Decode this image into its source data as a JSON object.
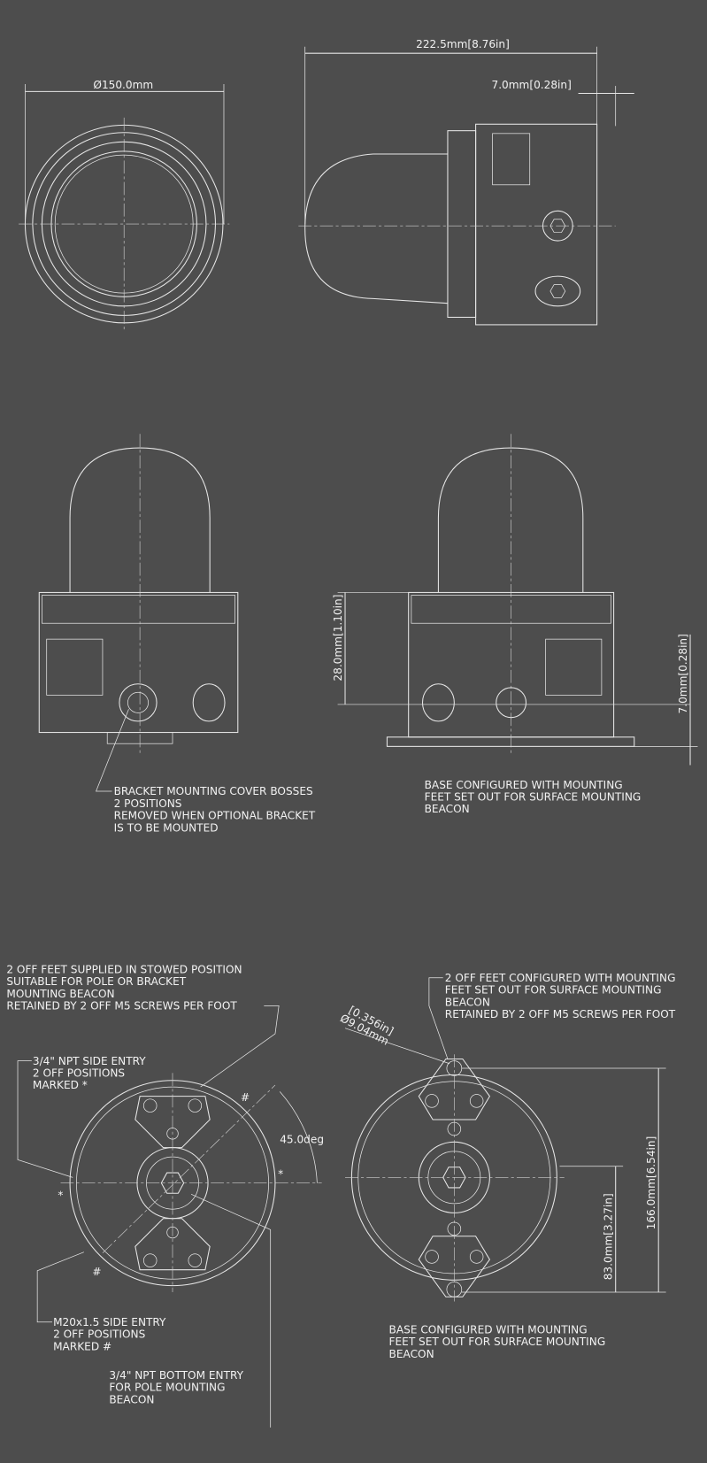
{
  "top_view": {
    "diameter_dim": "Ø150.0mm"
  },
  "side_view": {
    "length_dim": "222.5mm[8.76in]",
    "offset_dim": "7.0mm[0.28in]"
  },
  "front_view": {
    "note_lines": [
      "BRACKET MOUNTING COVER BOSSES",
      "2 POSITIONS",
      "REMOVED WHEN OPTIONAL BRACKET",
      "IS TO BE MOUNTED"
    ]
  },
  "rear_view": {
    "height_dim": "28.0mm[1.10in]",
    "feet_dim": "7.0mm[0.28in]",
    "note_lines": [
      "BASE CONFIGURED WITH MOUNTING",
      "FEET SET OUT FOR SURFACE MOUNTING",
      "BEACON"
    ]
  },
  "bottom_left": {
    "feet_note": [
      "2 OFF FEET SUPPLIED IN STOWED POSITION",
      "SUITABLE FOR POLE OR BRACKET",
      "MOUNTING BEACON",
      "RETAINED BY 2 OFF M5 SCREWS PER FOOT"
    ],
    "npt_side_note": [
      "3/4\" NPT SIDE ENTRY",
      "2 OFF POSITIONS",
      "MARKED *"
    ],
    "m20_note": [
      "M20x1.5 SIDE ENTRY",
      "2 OFF POSITIONS",
      "MARKED #"
    ],
    "npt_bottom_note": [
      "3/4\" NPT BOTTOM ENTRY",
      "FOR POLE MOUNTING",
      "BEACON"
    ],
    "angle_dim": "45.0deg",
    "hash_mark": "#",
    "star_mark": "*"
  },
  "bottom_right": {
    "feet_note": [
      "2 OFF FEET CONFIGURED WITH MOUNTING",
      "FEET SET OUT FOR SURFACE MOUNTING",
      "BEACON",
      "RETAINED BY 2 OFF M5 SCREWS PER FOOT"
    ],
    "hole_dim_in": "[0.356in]",
    "hole_dim_mm": "Ø9.04mm",
    "overall_dim": "166.0mm[6.54in]",
    "half_dim": "83.0mm[3.27in]",
    "note_lines": [
      "BASE CONFIGURED WITH MOUNTING",
      "FEET SET OUT FOR SURFACE MOUNTING",
      "BEACON"
    ]
  }
}
